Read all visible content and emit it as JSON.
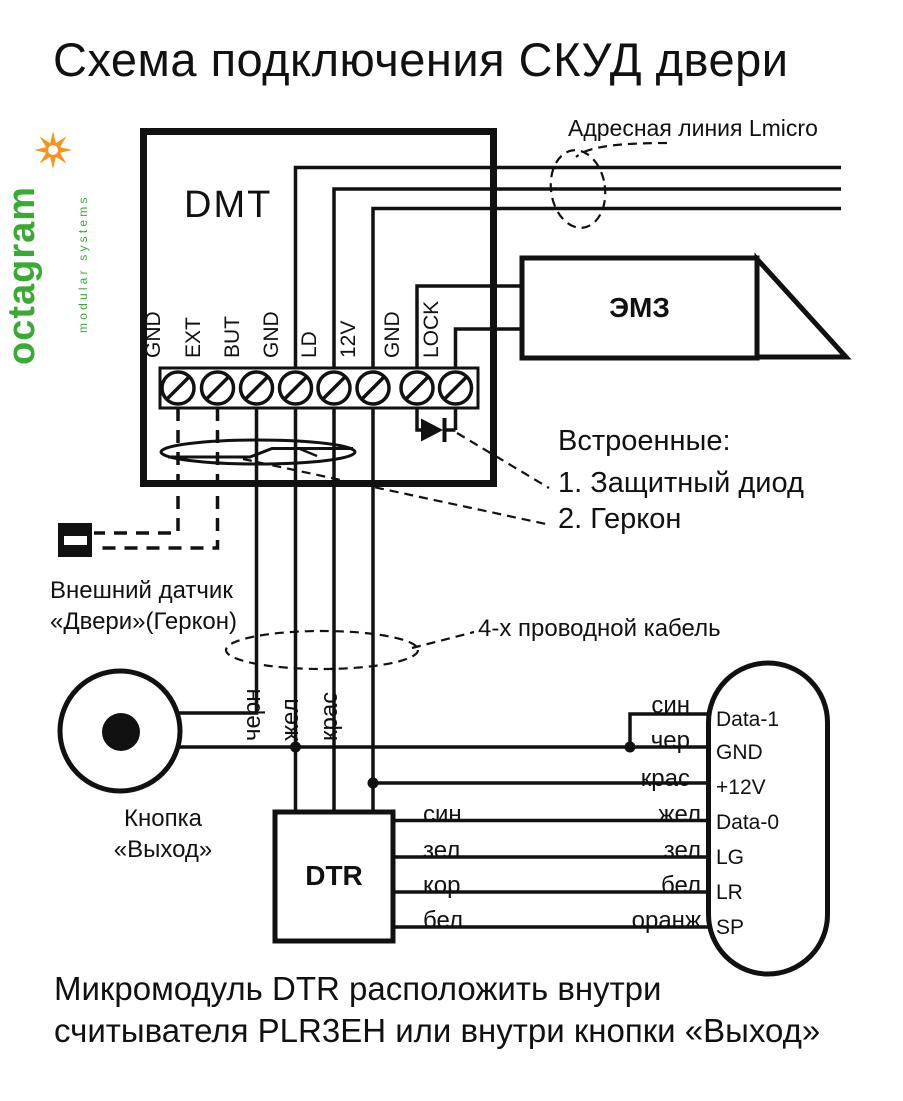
{
  "title": "Схема подключения СКУД двери",
  "logo": {
    "brand": "octagram",
    "tagline": "modular systems",
    "star_color": "#f7941e",
    "text_color": "#3aaa35"
  },
  "dmt": {
    "label": "DMT",
    "terminals": [
      "GND",
      "EXT",
      "BUT",
      "GND",
      "LD",
      "12V",
      "GND",
      "LOCK"
    ]
  },
  "address_line": {
    "label": "Адресная линия Lmicro"
  },
  "emz": {
    "label": "ЭМЗ"
  },
  "builtin": {
    "title": "Встроенные:",
    "items": [
      "1. Защитный диод",
      "2. Геркон"
    ]
  },
  "door_sensor": {
    "label_line1": "Внешний датчик",
    "label_line2": "«Двери»(Геркон)"
  },
  "cable": {
    "label": "4-х проводной кабель"
  },
  "exit_button": {
    "label_line1": "Кнопка",
    "label_line2": "«Выход»"
  },
  "wire_labels": {
    "vertical": [
      "черн",
      "жел",
      "крас"
    ],
    "to_reader_top": [
      "син",
      "чер",
      "крас"
    ],
    "dtr_left": [
      "син",
      "зел",
      "кор",
      "бел"
    ],
    "dtr_right": [
      "жел",
      "зел",
      "бел",
      "оранж"
    ]
  },
  "dtr": {
    "label": "DTR"
  },
  "reader": {
    "pins": [
      "Data-1",
      "GND",
      "+12V",
      "Data-0",
      "LG",
      "LR",
      "SP"
    ]
  },
  "footnote": {
    "line1": "Микромодуль DTR расположить внутри",
    "line2": "считывателя PLR3EH или внутри кнопки «Выход»"
  },
  "colors": {
    "line": "#111111",
    "background": "#ffffff"
  }
}
